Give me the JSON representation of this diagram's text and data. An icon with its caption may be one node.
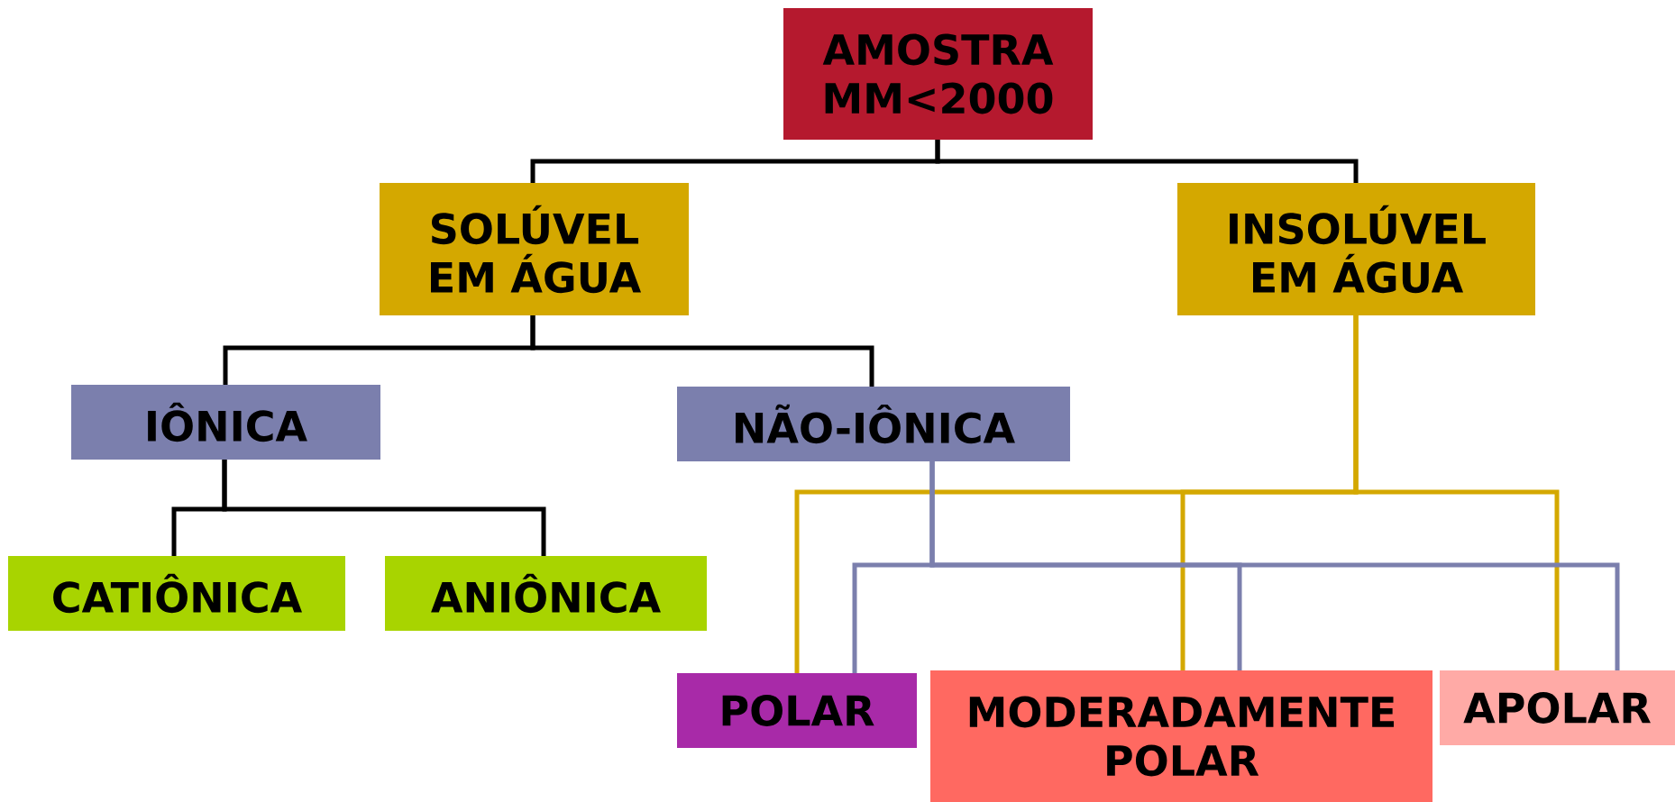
{
  "diagram": {
    "nodes": [
      {
        "text": [
          "AMOSTRA MM<2000"
        ]
      },
      {
        "text": [
          "SOLÚVEL EM ÁGUA"
        ]
      },
      {
        "text": [
          "INSOLÚVEL EM ÁGUA"
        ]
      },
      {
        "text": [
          "IÔNICA"
        ]
      },
      {
        "text": [
          "NÃO-IÔNICA"
        ]
      },
      {
        "text": [
          "CATIÔNICA"
        ]
      },
      {
        "text": [
          "ANIÔNICA"
        ]
      },
      {
        "text": [
          "POLAR"
        ]
      },
      {
        "text": [
          "MODERADAMENTE POLAR"
        ]
      },
      {
        "text": [
          "APOLAR"
        ]
      }
    ],
    "edges": [
      {
        "from": 0,
        "to": 1,
        "arrow": "none"
      },
      {
        "from": 0,
        "to": 2,
        "arrow": "none"
      },
      {
        "from": 1,
        "to": 3,
        "arrow": "none"
      },
      {
        "from": 1,
        "to": 4,
        "arrow": "none"
      },
      {
        "from": 3,
        "to": 5,
        "arrow": "none"
      },
      {
        "from": 3,
        "to": 6,
        "arrow": "none"
      },
      {
        "from": 2,
        "to": 7,
        "arrow": "none",
        "color": "#d4a800"
      },
      {
        "from": 2,
        "to": 8,
        "arrow": "none",
        "color": "#d4a800"
      },
      {
        "from": 2,
        "to": 9,
        "arrow": "none",
        "color": "#d4a800"
      },
      {
        "from": 4,
        "to": 7,
        "arrow": "none",
        "color": "#7b7fad"
      },
      {
        "from": 4,
        "to": 8,
        "arrow": "none",
        "color": "#7b7fad"
      },
      {
        "from": 4,
        "to": 9,
        "arrow": "none",
        "color": "#7b7fad"
      }
    ]
  }
}
